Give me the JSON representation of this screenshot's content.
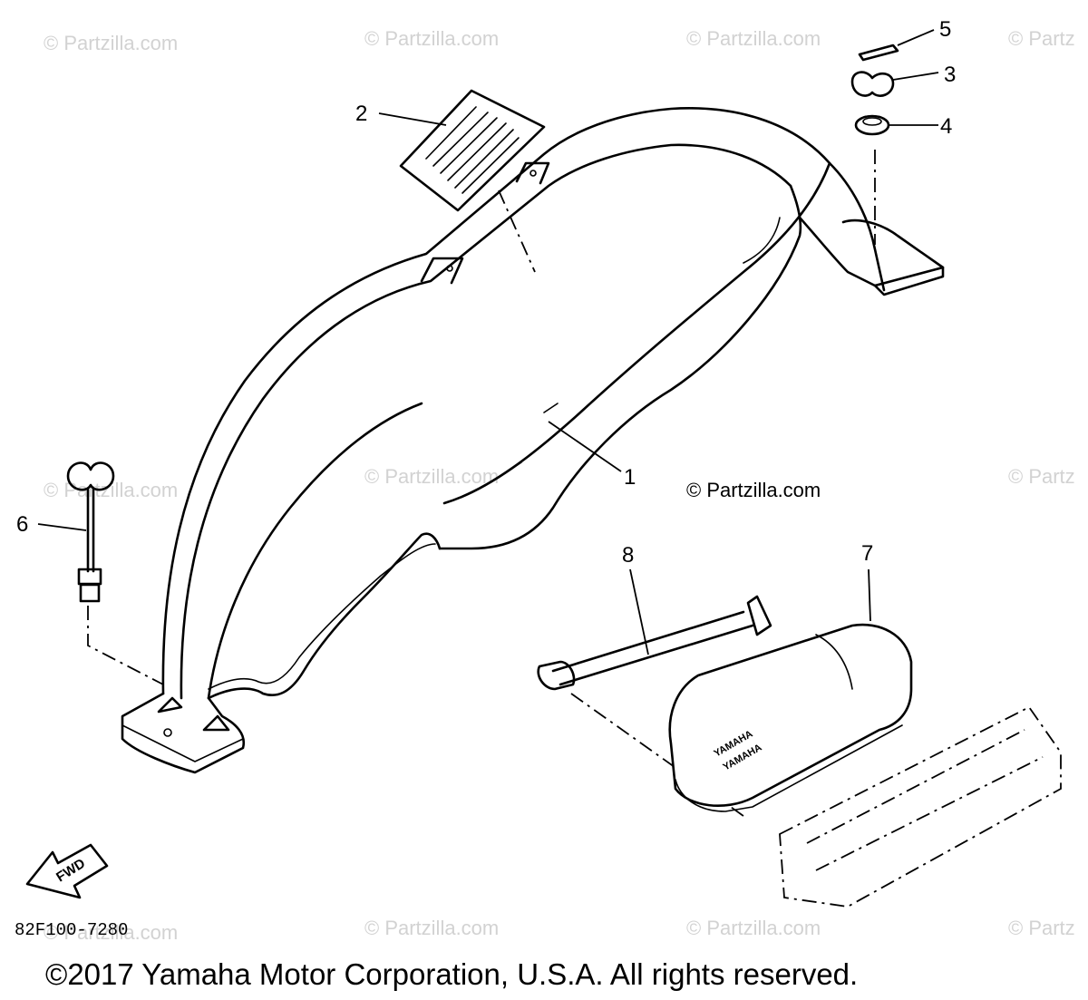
{
  "watermark_text": "© Partzilla.com",
  "watermark_cut_text": "© Partz",
  "partzilla_mark": "© Partzilla.com",
  "callouts": [
    "1",
    "2",
    "3",
    "4",
    "5",
    "6",
    "7",
    "8"
  ],
  "box_marking": "YAMAHA",
  "fwd_label": "FWD",
  "diagram_code": "82F100-7280",
  "copyright": "©2017 Yamaha Motor Corporation, U.S.A. All rights reserved."
}
